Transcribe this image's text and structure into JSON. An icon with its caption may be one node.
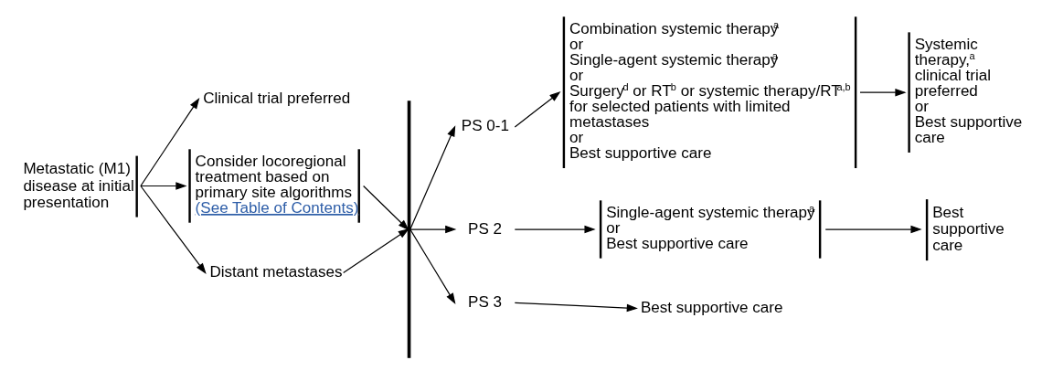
{
  "diagram": {
    "nodes": [
      {
        "text": [
          "Metastatic (M1) disease at initial presentation"
        ]
      },
      {
        "text": [
          "Clinical trial preferred"
        ]
      },
      {
        "text": [
          "Consider locoregional treatment based on primary site algorithms",
          "(See Table of Contents)"
        ]
      },
      {
        "text": [
          "Distant metastases"
        ]
      },
      {
        "text": [],
        "shape": "bar"
      },
      {
        "text": [
          "PS 0-1"
        ]
      },
      {
        "text": [
          "Combination systemic therapy$^{a}$",
          "or",
          "Single-agent systemic therapy$^{a}$",
          "or",
          "Surgery$^{d}$ or RT$^{b}$ or systemic therapy/RT$^{a,b}$ for selected patients with limited metastases",
          "or",
          "Best supportive care"
        ]
      },
      {
        "text": [
          "Systemic therapy,$^{a}$ clinical trial preferred",
          "or",
          "Best supportive care"
        ]
      },
      {
        "text": [
          "PS 2"
        ]
      },
      {
        "text": [
          "Single-agent systemic therapy$^{a}$",
          "or",
          "Best supportive care"
        ]
      },
      {
        "text": [
          "Best supportive care"
        ]
      },
      {
        "text": [
          "PS 3"
        ]
      },
      {
        "text": [
          "Best supportive care"
        ]
      }
    ],
    "edges": [
      {
        "from": 0,
        "to": 1,
        "arrow": "to"
      },
      {
        "from": 0,
        "to": 2,
        "arrow": "to"
      },
      {
        "from": 0,
        "to": 3,
        "arrow": "to"
      },
      {
        "from": 2,
        "to": 4,
        "arrow": "to"
      },
      {
        "from": 3,
        "to": 4,
        "arrow": "to"
      },
      {
        "from": 4,
        "to": 5,
        "arrow": "to"
      },
      {
        "from": 4,
        "to": 8,
        "arrow": "to"
      },
      {
        "from": 4,
        "to": 11,
        "arrow": "to"
      },
      {
        "from": 5,
        "to": 6,
        "arrow": "to"
      },
      {
        "from": 6,
        "to": 7,
        "arrow": "to"
      },
      {
        "from": 8,
        "to": 9,
        "arrow": "to"
      },
      {
        "from": 9,
        "to": 10,
        "arrow": "to"
      },
      {
        "from": 11,
        "to": 12,
        "arrow": "to"
      }
    ]
  }
}
